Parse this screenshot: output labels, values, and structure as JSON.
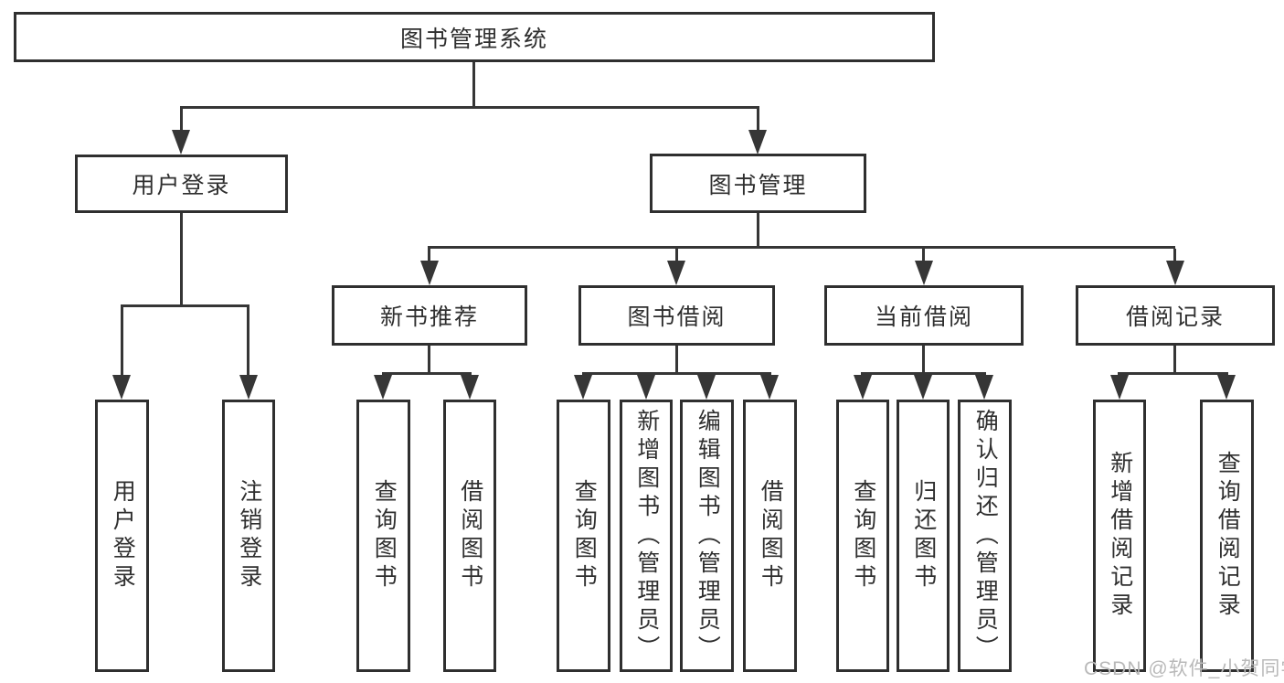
{
  "tree": {
    "label": "图书管理系统",
    "children": [
      {
        "label": "用户登录",
        "children": [
          {
            "label": "用户登录"
          },
          {
            "label": "注销登录"
          }
        ]
      },
      {
        "label": "图书管理",
        "children": [
          {
            "label": "新书推荐",
            "children": [
              {
                "label": "查询图书"
              },
              {
                "label": "借阅图书"
              }
            ]
          },
          {
            "label": "图书借阅",
            "children": [
              {
                "label": "查询图书"
              },
              {
                "label": "新增图书（管理员）"
              },
              {
                "label": "编辑图书（管理员）"
              },
              {
                "label": "借阅图书"
              }
            ]
          },
          {
            "label": "当前借阅",
            "children": [
              {
                "label": "查询图书"
              },
              {
                "label": "归还图书"
              },
              {
                "label": "确认归还（管理员）"
              }
            ]
          },
          {
            "label": "借阅记录",
            "children": [
              {
                "label": "新增借阅记录"
              },
              {
                "label": "查询借阅记录"
              }
            ]
          }
        ]
      }
    ]
  },
  "watermark": {
    "text": "CSDN @软件_小贺同学"
  },
  "colors": {
    "line": "#363636",
    "box_border": "#2f2f2f",
    "text": "#2f2f2f",
    "watermark": "#b9b9b9",
    "background": "#ffffff"
  }
}
